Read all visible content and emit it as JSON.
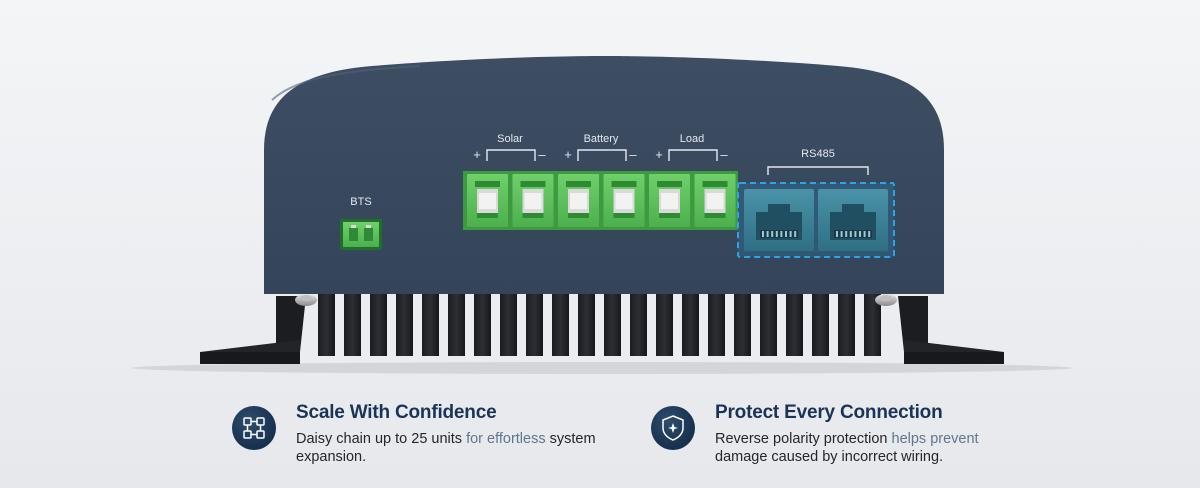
{
  "device": {
    "bts_label": "BTS",
    "terminal_groups": [
      {
        "label": "Solar",
        "plus": "+",
        "minus": "–"
      },
      {
        "label": "Battery",
        "plus": "+",
        "minus": "–"
      },
      {
        "label": "Load",
        "plus": "+",
        "minus": "–"
      }
    ],
    "rs485_label": "RS485",
    "colors": {
      "housing": "#36475c",
      "terminal": "#5ec45e",
      "rj45": "#3c8298",
      "highlight": "#1e97d6"
    }
  },
  "features": [
    {
      "icon": "grid-nodes-icon",
      "title": "Scale With Confidence",
      "desc_dark": "Daisy chain up to 25 units ",
      "desc_highlight": "for effortless",
      "desc_rest": " system expansion."
    },
    {
      "icon": "shield-spark-icon",
      "title": "Protect Every Connection",
      "desc_dark": "Reverse polarity protection ",
      "desc_highlight": "helps prevent",
      "desc_rest": " damage caused by incorrect wiring."
    }
  ]
}
